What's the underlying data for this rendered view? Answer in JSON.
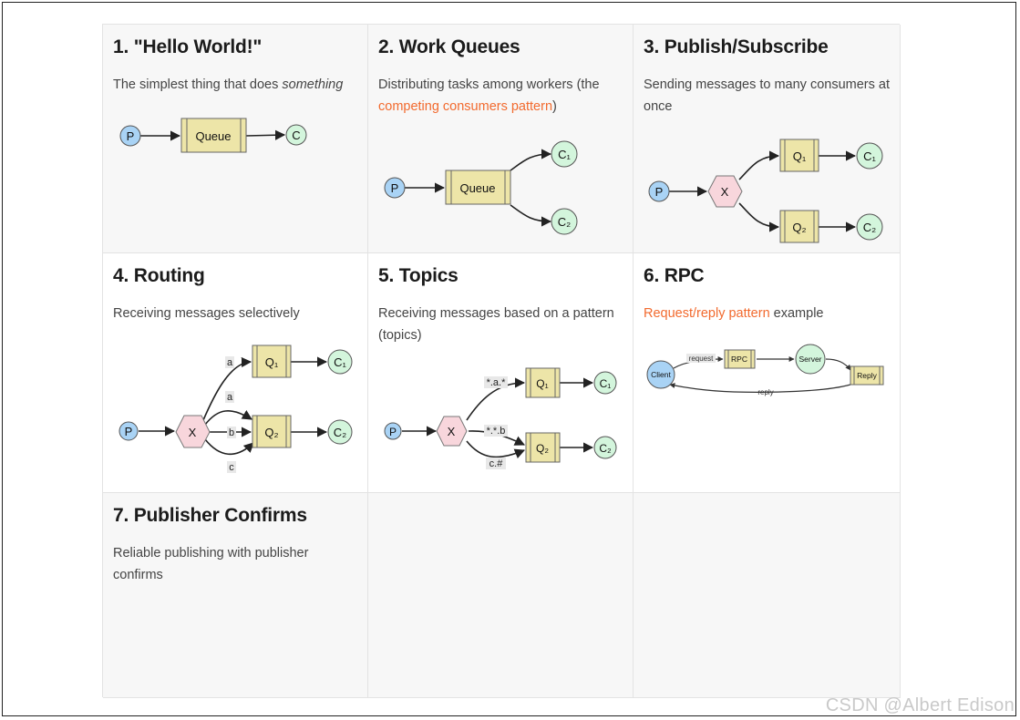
{
  "tutorials": [
    {
      "title": "1. \"Hello World!\"",
      "desc_before": "The simplest thing that does ",
      "desc_em": "something",
      "diagram": {
        "producer": "P",
        "queue": "Queue",
        "consumer": "C"
      }
    },
    {
      "title": "2. Work Queues",
      "desc_before": "Distributing tasks among workers (the ",
      "desc_link": "competing consumers pattern",
      "desc_after": ")",
      "diagram": {
        "producer": "P",
        "queue": "Queue",
        "consumer1": "C₁",
        "consumer2": "C₂"
      }
    },
    {
      "title": "3. Publish/Subscribe",
      "desc": "Sending messages to many consumers at once",
      "diagram": {
        "producer": "P",
        "exchange": "X",
        "queue1": "Q₁",
        "queue2": "Q₂",
        "consumer1": "C₁",
        "consumer2": "C₂"
      }
    },
    {
      "title": "4. Routing",
      "desc": "Receiving messages selectively",
      "diagram": {
        "producer": "P",
        "exchange": "X",
        "queue1": "Q₁",
        "queue2": "Q₂",
        "consumer1": "C₁",
        "consumer2": "C₂",
        "key_a1": "a",
        "key_a2": "a",
        "key_b": "b",
        "key_c": "c"
      }
    },
    {
      "title": "5. Topics",
      "desc": "Receiving messages based on a pattern (topics)",
      "diagram": {
        "producer": "P",
        "exchange": "X",
        "queue1": "Q₁",
        "queue2": "Q₂",
        "consumer1": "C₁",
        "consumer2": "C₂",
        "key1": "*.a.*",
        "key2": "*.*.b",
        "key3": "c.#"
      }
    },
    {
      "title": "6. RPC",
      "desc_link": "Request/reply pattern",
      "desc_after": " example",
      "diagram": {
        "client": "Client",
        "request": "request",
        "rpc_queue": "RPC",
        "server": "Server",
        "reply_queue": "Reply",
        "reply": "reply"
      }
    },
    {
      "title": "7. Publisher Confirms",
      "desc": "Reliable publishing with publisher confirms"
    }
  ],
  "watermark": "CSDN @Albert Edison",
  "colors": {
    "producer": "#a9d3f5",
    "queue": "#ede5a8",
    "consumer": "#d3f5dc",
    "exchange": "#f8d6dc",
    "link": "#f26a2e"
  }
}
